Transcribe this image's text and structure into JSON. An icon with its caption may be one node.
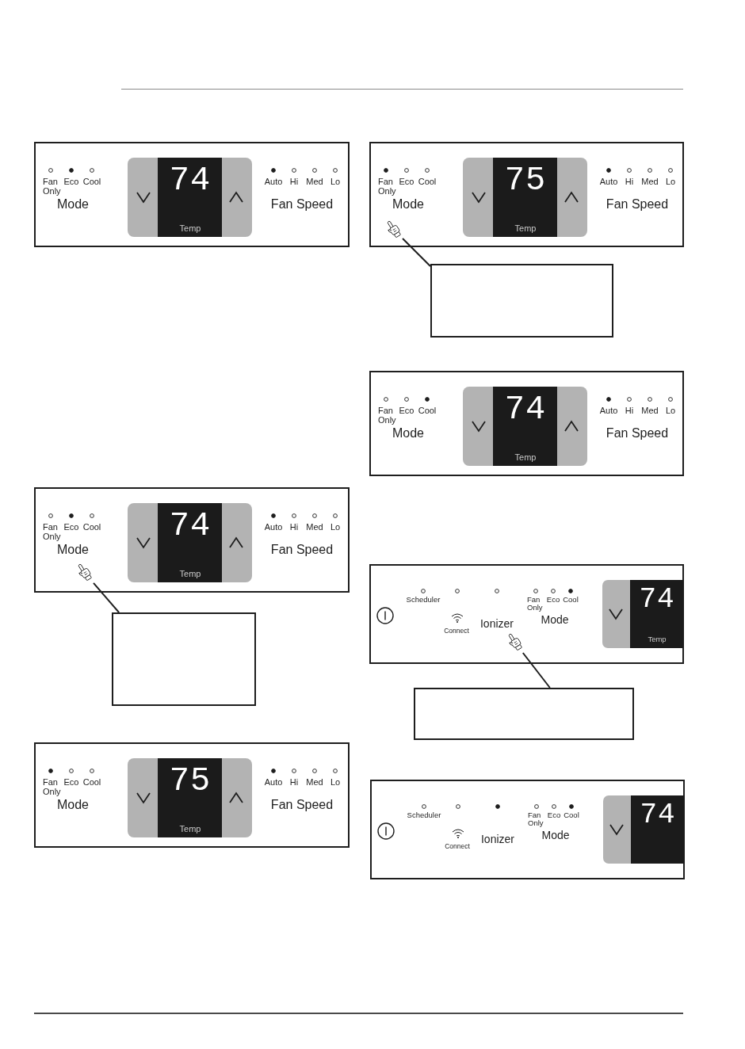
{
  "diagram": {
    "nodes": [
      {
        "text": [
          "Fan Only",
          "Eco",
          "Cool",
          "Mode",
          "Auto",
          "Hi",
          "Med",
          "Lo",
          "Fan Speed"
        ]
      },
      {
        "text": [
          "74",
          "Temp"
        ],
        "in": 0
      },
      {
        "text": [
          "Fan Only",
          "Eco",
          "Cool",
          "Mode",
          "Auto",
          "Hi",
          "Med",
          "Lo",
          "Fan Speed"
        ]
      },
      {
        "text": [
          "74",
          "Temp"
        ],
        "in": 2
      },
      {
        "text": [],
        "shape": "picture",
        "in": 2
      },
      {
        "text": [],
        "shape": "box"
      },
      {
        "text": [
          "Fan Only",
          "Eco",
          "Cool",
          "Mode",
          "Auto",
          "Hi",
          "Med",
          "Lo",
          "Fan Speed"
        ]
      },
      {
        "text": [
          "75",
          "Temp"
        ],
        "in": 6
      },
      {
        "text": [
          "Fan Only",
          "Eco",
          "Cool",
          "Mode",
          "Auto",
          "Hi",
          "Med",
          "Lo",
          "Fan Speed"
        ]
      },
      {
        "text": [
          "75",
          "Temp"
        ],
        "in": 8
      },
      {
        "text": [],
        "shape": "picture",
        "in": 8
      },
      {
        "text": [],
        "shape": "box"
      },
      {
        "text": [
          "Fan Only",
          "Eco",
          "Cool",
          "Mode",
          "Auto",
          "Hi",
          "Med",
          "Lo",
          "Fan Speed"
        ]
      },
      {
        "text": [
          "74",
          "Temp"
        ],
        "in": 12
      },
      {
        "text": [
          "Scheduler",
          "Connect",
          "Ionizer",
          "Fan Only",
          "Eco",
          "Cool",
          "Mode"
        ]
      },
      {
        "text": [
          "74",
          "Temp"
        ],
        "in": 14
      },
      {
        "text": [],
        "shape": "picture",
        "in": 14
      },
      {
        "text": [],
        "shape": "box"
      },
      {
        "text": [
          "Scheduler",
          "Connect",
          "Ionizer",
          "Fan Only",
          "Eco",
          "Cool",
          "Mode"
        ]
      },
      {
        "text": [
          "74"
        ],
        "in": 18
      }
    ],
    "edges": [
      {
        "from": 5,
        "to": 4,
        "arrow": "none"
      },
      {
        "from": 11,
        "to": 10,
        "arrow": "none"
      },
      {
        "from": 17,
        "to": 16,
        "arrow": "none"
      }
    ]
  }
}
